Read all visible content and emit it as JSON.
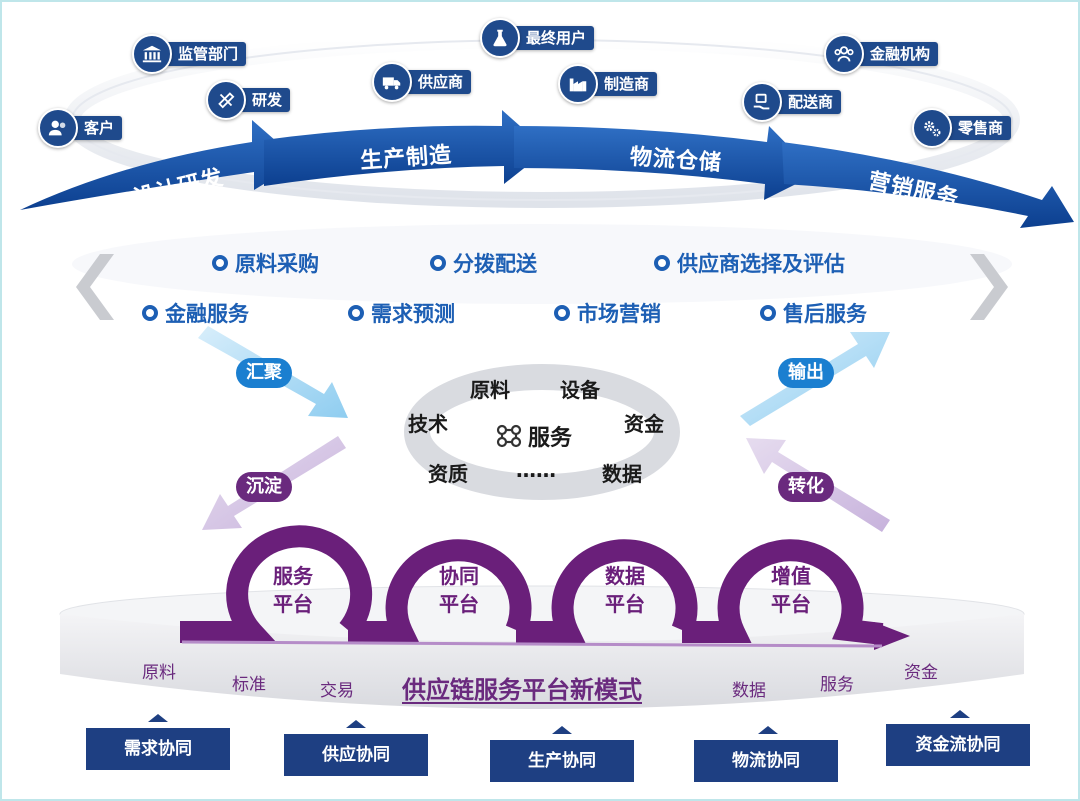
{
  "roles": [
    {
      "id": "customer",
      "label": "客户",
      "icon": "users-icon"
    },
    {
      "id": "regulator",
      "label": "监管部门",
      "icon": "bank-icon"
    },
    {
      "id": "rnd",
      "label": "研发",
      "icon": "pencil-ruler-icon"
    },
    {
      "id": "supplier",
      "label": "供应商",
      "icon": "truck-icon"
    },
    {
      "id": "end_user",
      "label": "最终用户",
      "icon": "flask-icon"
    },
    {
      "id": "manufacturer",
      "label": "制造商",
      "icon": "factory-icon"
    },
    {
      "id": "distributor",
      "label": "配送商",
      "icon": "hand-coin-icon"
    },
    {
      "id": "financial",
      "label": "金融机构",
      "icon": "group-icon"
    },
    {
      "id": "retailer",
      "label": "零售商",
      "icon": "gears-icon"
    }
  ],
  "stages": [
    "设计研发",
    "生产制造",
    "物流仓储",
    "营销服务"
  ],
  "services_row1": [
    "原料采购",
    "分拨配送",
    "供应商选择及评估"
  ],
  "services_row2": [
    "金融服务",
    "需求预测",
    "市场营销",
    "售后服务"
  ],
  "flows": {
    "gather": "汇聚",
    "output": "输出",
    "settle": "沉淀",
    "transform": "转化"
  },
  "resources": {
    "material": "原料",
    "equipment": "设备",
    "technology": "技术",
    "capital": "资金",
    "qualification": "资质",
    "ellipsis": "……",
    "data": "数据"
  },
  "core": {
    "label": "服务",
    "icon": "command-icon"
  },
  "platforms": [
    {
      "line1": "服务",
      "line2": "平台"
    },
    {
      "line1": "协同",
      "line2": "平台"
    },
    {
      "line1": "数据",
      "line2": "平台"
    },
    {
      "line1": "增值",
      "line2": "平台"
    }
  ],
  "base_words": [
    "原料",
    "标准",
    "交易",
    "数据",
    "服务",
    "资金"
  ],
  "main_title": "供应链服务平台新模式",
  "collaborations": [
    "需求协同",
    "供应协同",
    "生产协同",
    "物流协同",
    "资金流协同"
  ],
  "colors": {
    "navy": "#1e3f82",
    "blue": "#1d5fb4",
    "purple": "#6a2a7e",
    "light_blue": "#bfe6ea"
  }
}
